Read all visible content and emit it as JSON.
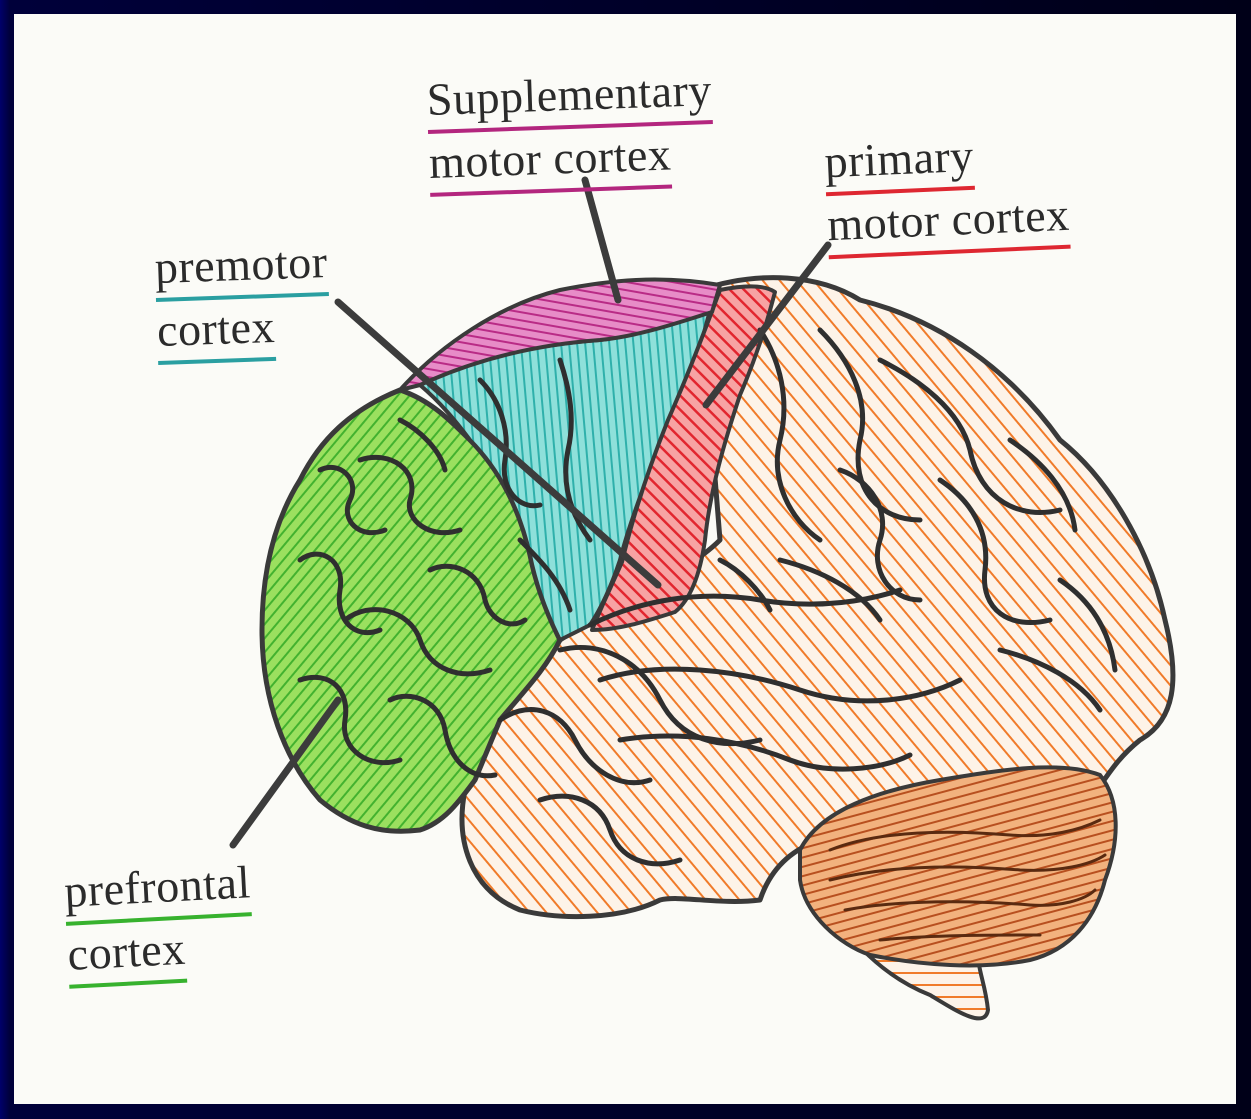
{
  "figure": {
    "labels": {
      "supplementary_motor": [
        "Supplementary",
        "motor cortex"
      ],
      "primary_motor": [
        "primary",
        "motor cortex"
      ],
      "premotor": [
        "premotor",
        "cortex"
      ],
      "prefrontal": [
        "prefrontal",
        "cortex"
      ]
    },
    "colors": {
      "supplementary_motor": "#c5368f",
      "primary_motor": "#e83a3f",
      "premotor": "#3bbcb9",
      "prefrontal": "#6fcf3d",
      "rest_of_cortex": "#f08a3c",
      "cerebellum": "#d0652a"
    }
  }
}
